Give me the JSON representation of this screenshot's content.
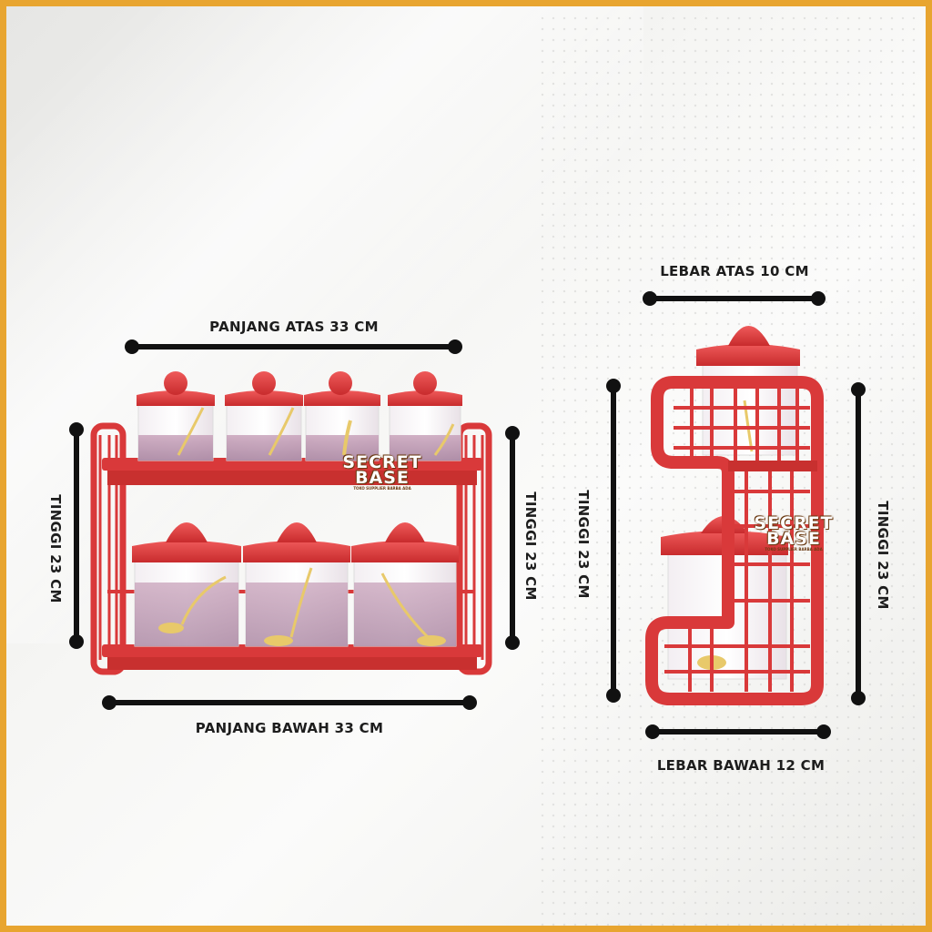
{
  "dimensions": {
    "top_length": "PANJANG ATAS 33 CM",
    "bottom_length": "PANJANG BAWAH 33 CM",
    "height_front_left": "TINGGI 23 CM",
    "height_front_right": "TINGGI 23 CM",
    "height_side_left": "TINGGI 23 CM",
    "height_side_right": "TINGGI 23 CM",
    "top_width": "LEBAR ATAS 10 CM",
    "bottom_width": "LEBAR BAWAH 12 CM"
  },
  "watermark": {
    "line1": "SECRET",
    "line2": "BASE",
    "tagline": "TOKO SUPPLIER BARBA ADA"
  },
  "colors": {
    "rack": "#d9393a",
    "lid": "#d93a3b",
    "border": "#e8a530",
    "dimension_line": "#111111",
    "spoon": "#e8c96a"
  }
}
